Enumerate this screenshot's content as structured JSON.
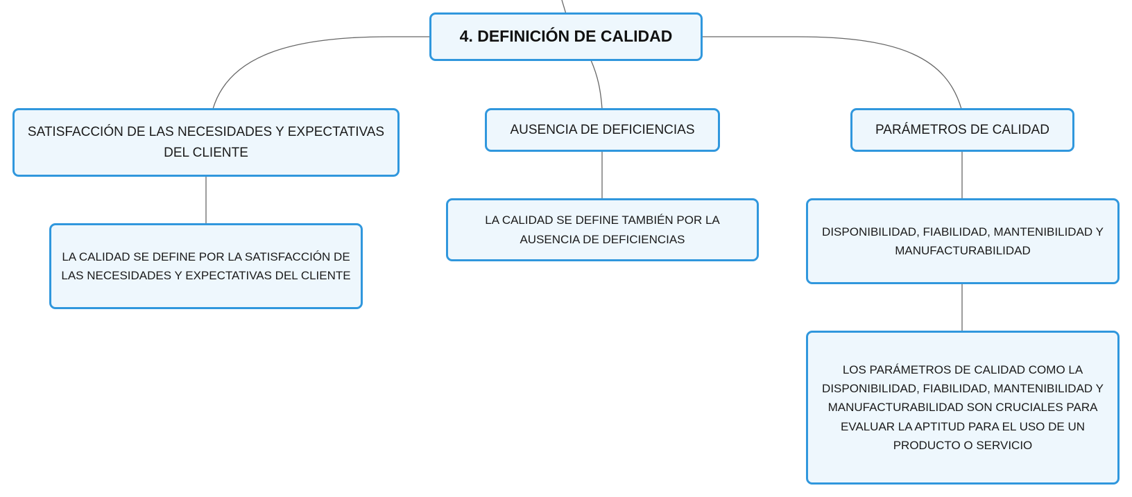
{
  "mindmap": {
    "root": {
      "label": "4. DEFINICIÓN DE CALIDAD"
    },
    "branches": [
      {
        "label": "SATISFACCIÓN DE LAS NECESIDADES Y EXPECTATIVAS DEL CLIENTE",
        "children": [
          {
            "label": "LA CALIDAD SE DEFINE POR LA SATISFACCIÓN DE LAS NECESIDADES Y EXPECTATIVAS DEL CLIENTE"
          }
        ]
      },
      {
        "label": "AUSENCIA DE DEFICIENCIAS",
        "children": [
          {
            "label": "LA CALIDAD SE DEFINE TAMBIÉN POR LA AUSENCIA DE DEFICIENCIAS"
          }
        ]
      },
      {
        "label": "PARÁMETROS DE CALIDAD",
        "children": [
          {
            "label": "DISPONIBILIDAD, FIABILIDAD, MANTENIBILIDAD Y MANUFACTURABILIDAD",
            "children": [
              {
                "label": "LOS PARÁMETROS DE CALIDAD COMO LA DISPONIBILIDAD, FIABILIDAD, MANTENIBILIDAD Y MANUFACTURABILIDAD SON CRUCIALES PARA EVALUAR LA APTITUD PARA EL USO DE UN PRODUCTO O SERVICIO"
              }
            ]
          }
        ]
      }
    ]
  }
}
